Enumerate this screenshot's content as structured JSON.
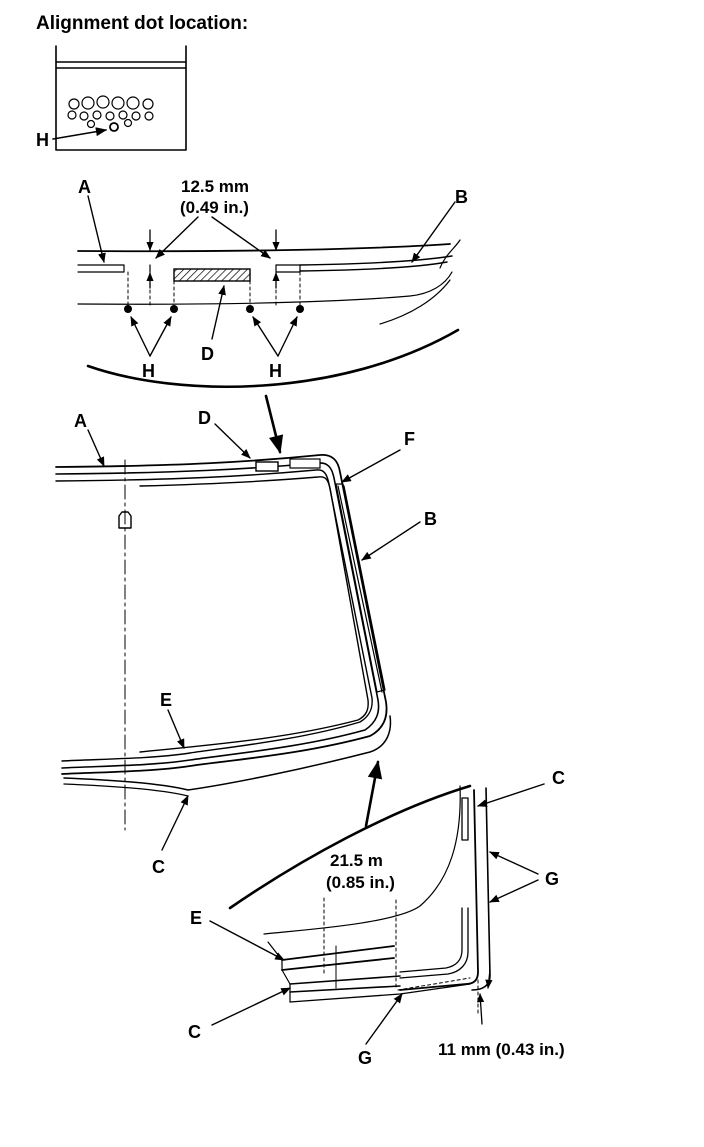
{
  "diagram": {
    "heading": "Alignment dot location:",
    "labels": {
      "a": "A",
      "b": "B",
      "c": "C",
      "d": "D",
      "e": "E",
      "f": "F",
      "g": "G",
      "h": "H"
    },
    "dimensions": {
      "gap_mm": "12.5 mm",
      "gap_in": "(0.49 in.)",
      "corner_mm": "21.5 m",
      "corner_in": "(0.85 in.)",
      "edge": "11 mm (0.43 in.)"
    }
  }
}
